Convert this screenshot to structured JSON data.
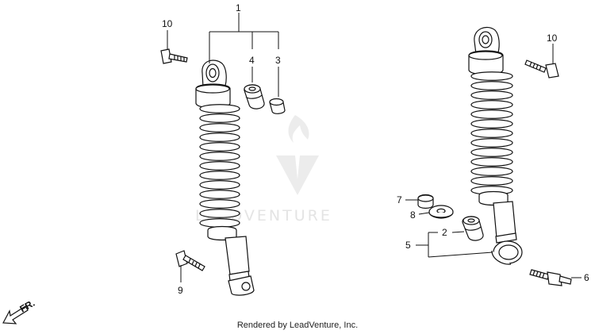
{
  "callouts": {
    "c1": "1",
    "c2": "2",
    "c3": "3",
    "c4": "4",
    "c5": "5",
    "c6": "6",
    "c7": "7",
    "c8": "8",
    "c9": "9",
    "c10_left": "10",
    "c10_right": "10"
  },
  "direction_label": "FR.",
  "watermark_text": "LEADVENTURE",
  "footer": "Rendered by LeadVenture, Inc."
}
